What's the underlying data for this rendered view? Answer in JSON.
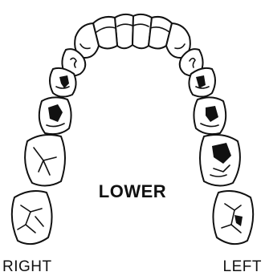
{
  "arch": {
    "title": "LOWER",
    "right_label": "RIGHT",
    "left_label": "LEFT"
  },
  "colors": {
    "outline": "#111111",
    "background": "#ffffff"
  }
}
